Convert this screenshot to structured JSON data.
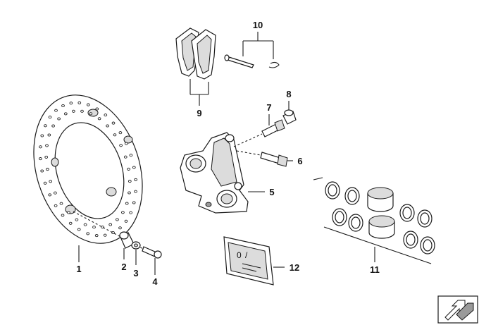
{
  "callouts": [
    {
      "number": "1"
    },
    {
      "number": "2"
    },
    {
      "number": "3"
    },
    {
      "number": "4"
    },
    {
      "number": "5"
    },
    {
      "number": "6"
    },
    {
      "number": "7"
    },
    {
      "number": "8"
    },
    {
      "number": "9"
    },
    {
      "number": "10"
    },
    {
      "number": "11"
    },
    {
      "number": "12"
    }
  ],
  "colors": {
    "line": "#1a1a1a",
    "background": "#ffffff",
    "shading": "#dcdcdc"
  },
  "icons": {
    "corner": "arrow-icon"
  }
}
